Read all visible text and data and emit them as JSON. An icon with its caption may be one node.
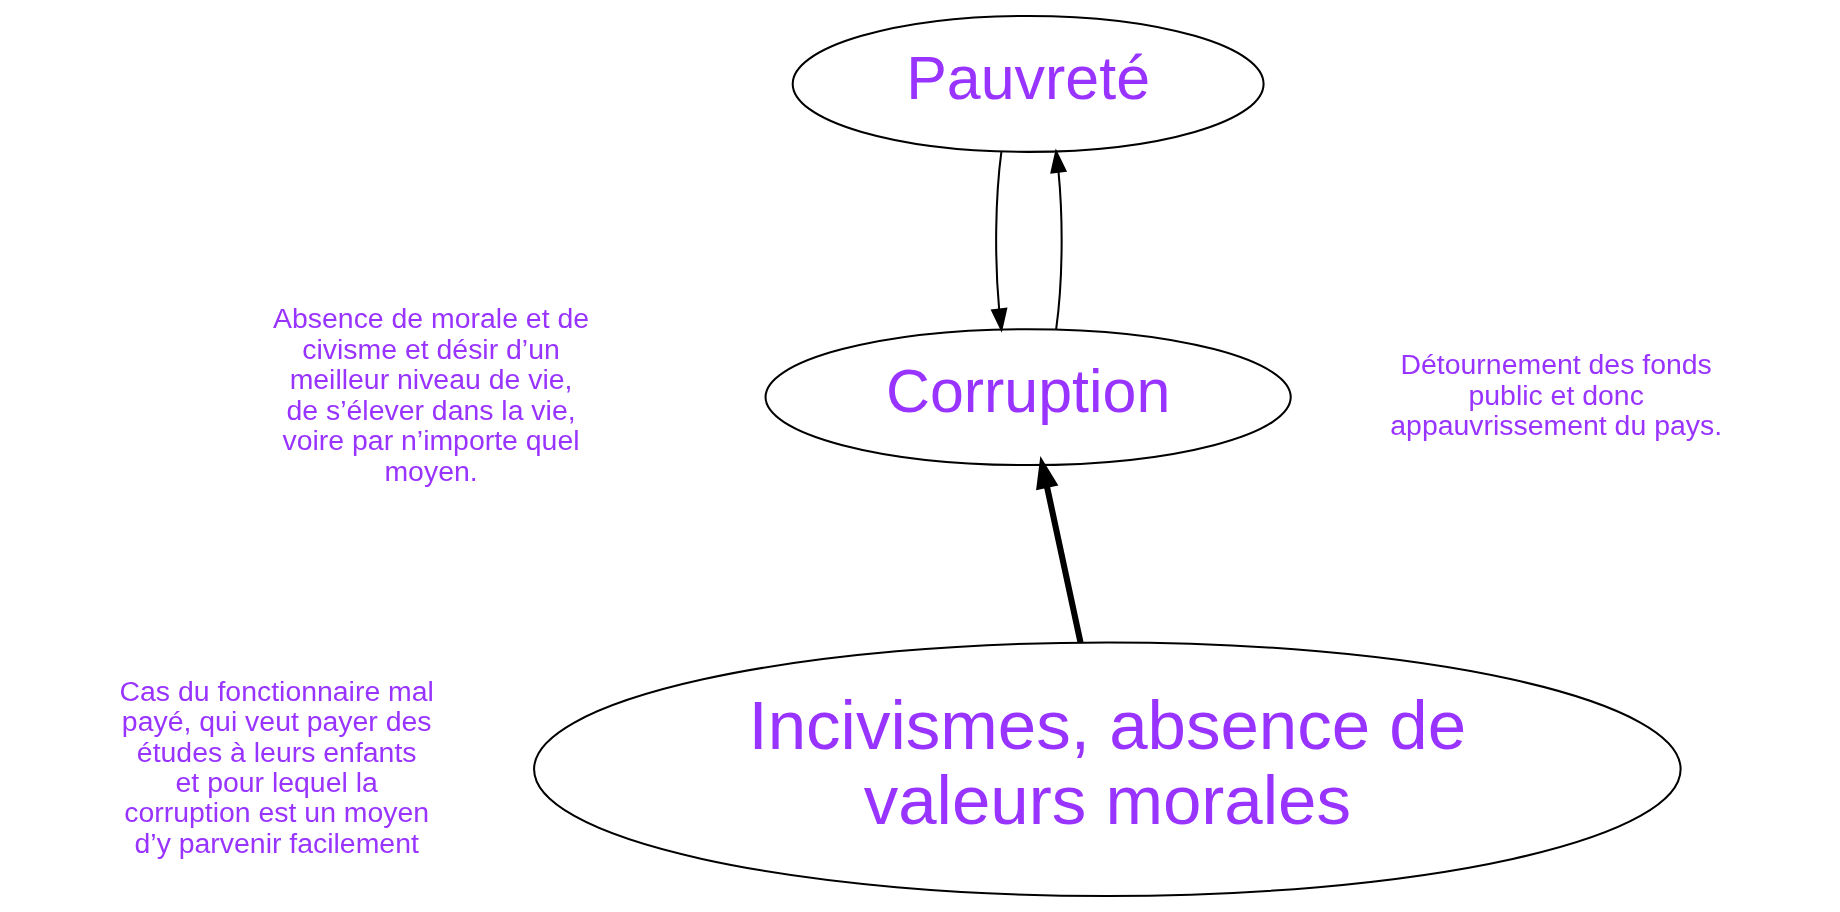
{
  "diagram": {
    "nodes": [
      {
        "text": [
          "Pauvreté"
        ]
      },
      {
        "text": [
          "Corruption"
        ]
      },
      {
        "text": [
          "Incivismes, absence de valeurs morales"
        ]
      }
    ],
    "edges": [
      {
        "from": 0,
        "to": 1,
        "arrow": "to"
      },
      {
        "from": 1,
        "to": 0,
        "arrow": "to"
      },
      {
        "from": 2,
        "to": 1,
        "arrow": "to",
        "style": "thick"
      }
    ],
    "labels": [
      "Absence de morale et de civisme et désir d’un meilleur niveau de vie, de s’élever dans la vie, voire par n’importe quel moyen.",
      "Cas du fonctionnaire mal payé, qui veut payer des études à leurs enfants et pour lequel la corruption est un moyen d’y parvenir facilement",
      "Détournement des fonds public et donc appauvrissement du pays."
    ]
  }
}
